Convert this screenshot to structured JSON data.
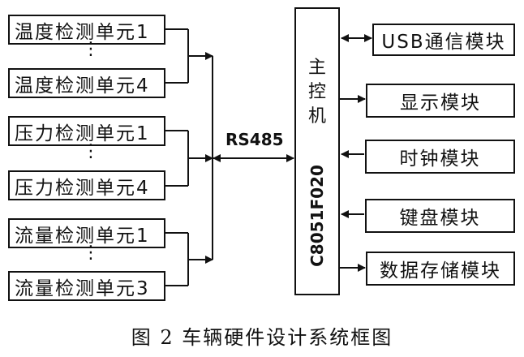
{
  "units": {
    "temp_first": "温度检测单元1",
    "temp_last": "温度检测单元4",
    "pressure_first": "压力检测单元1",
    "pressure_last": "压力检测单元4",
    "flow_first": "流量检测单元1",
    "flow_last": "流量检测单元3",
    "ellipsis": "⋮"
  },
  "bus": {
    "label": "RS485"
  },
  "mcu": {
    "title": "主控机",
    "model": "C8051F020"
  },
  "modules": {
    "usb": "USB通信模块",
    "display": "显示模块",
    "clock": "时钟模块",
    "keyboard": "键盘模块",
    "storage": "数据存储模块"
  },
  "caption": "图 2  车辆硬件设计系统框图"
}
